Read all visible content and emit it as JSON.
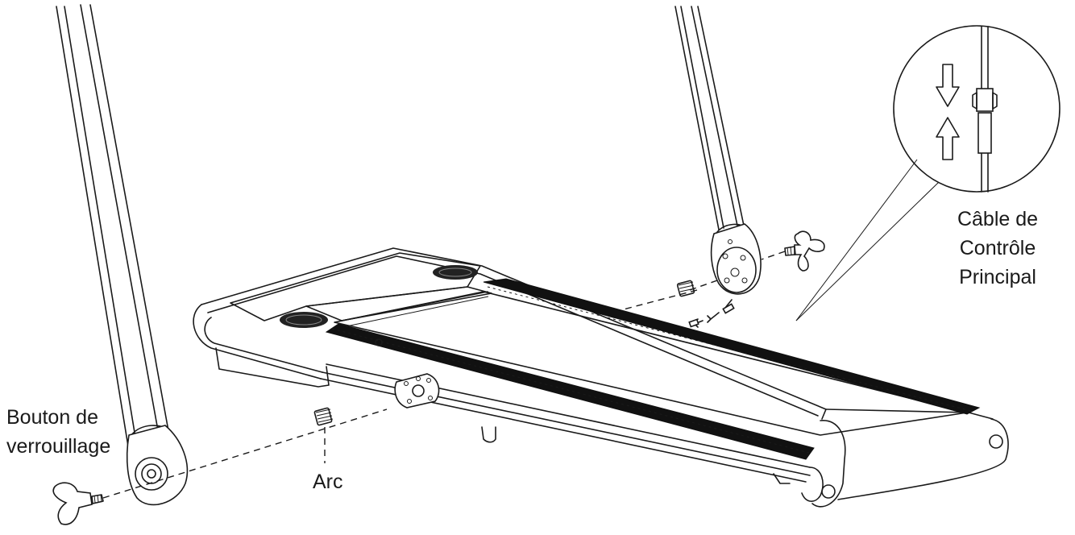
{
  "labels": {
    "lock_knob": [
      "Bouton de",
      "verrouillage"
    ],
    "spring": "Arc",
    "main_cable": [
      "Câble de",
      "Contrôle",
      "Principal"
    ]
  },
  "colors": {
    "ink": "#1a1a1a",
    "belt": "#111111",
    "background": "#ffffff"
  }
}
